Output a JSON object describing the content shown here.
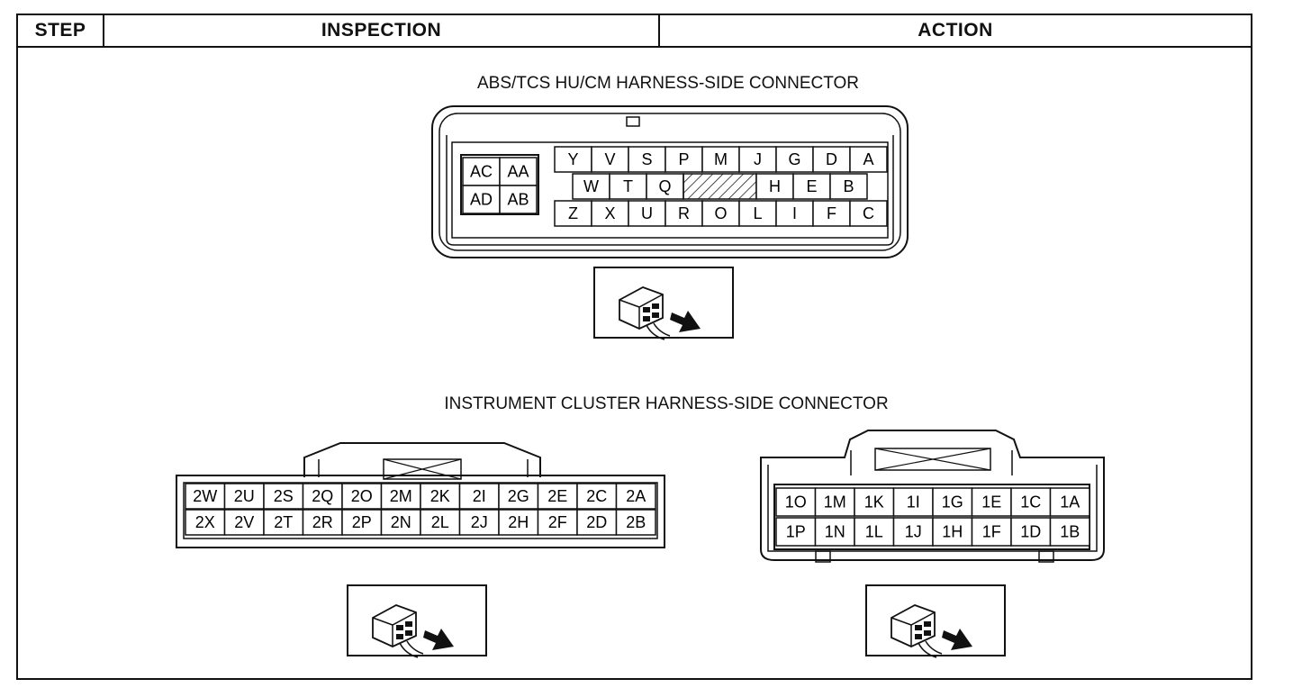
{
  "header": {
    "step": "STEP",
    "inspection": "INSPECTION",
    "action": "ACTION"
  },
  "abs_connector": {
    "title": "ABS/TCS HU/CM HARNESS-SIDE CONNECTOR",
    "block": [
      [
        "AC",
        "AA"
      ],
      [
        "AD",
        "AB"
      ]
    ],
    "row1": [
      "Y",
      "V",
      "S",
      "P",
      "M",
      "J",
      "G",
      "D",
      "A"
    ],
    "row2": [
      "W",
      "T",
      "Q",
      "",
      "H",
      "E",
      "B"
    ],
    "row3": [
      "Z",
      "X",
      "U",
      "R",
      "O",
      "L",
      "I",
      "F",
      "C"
    ]
  },
  "cluster_title": "INSTRUMENT CLUSTER HARNESS-SIDE CONNECTOR",
  "cluster_left": {
    "row1": [
      "2W",
      "2U",
      "2S",
      "2Q",
      "2O",
      "2M",
      "2K",
      "2I",
      "2G",
      "2E",
      "2C",
      "2A"
    ],
    "row2": [
      "2X",
      "2V",
      "2T",
      "2R",
      "2P",
      "2N",
      "2L",
      "2J",
      "2H",
      "2F",
      "2D",
      "2B"
    ]
  },
  "cluster_right": {
    "row1": [
      "1O",
      "1M",
      "1K",
      "1I",
      "1G",
      "1E",
      "1C",
      "1A"
    ],
    "row2": [
      "1P",
      "1N",
      "1L",
      "1J",
      "1H",
      "1F",
      "1D",
      "1B"
    ]
  },
  "icons": [
    "connector-harness-side-icon"
  ]
}
